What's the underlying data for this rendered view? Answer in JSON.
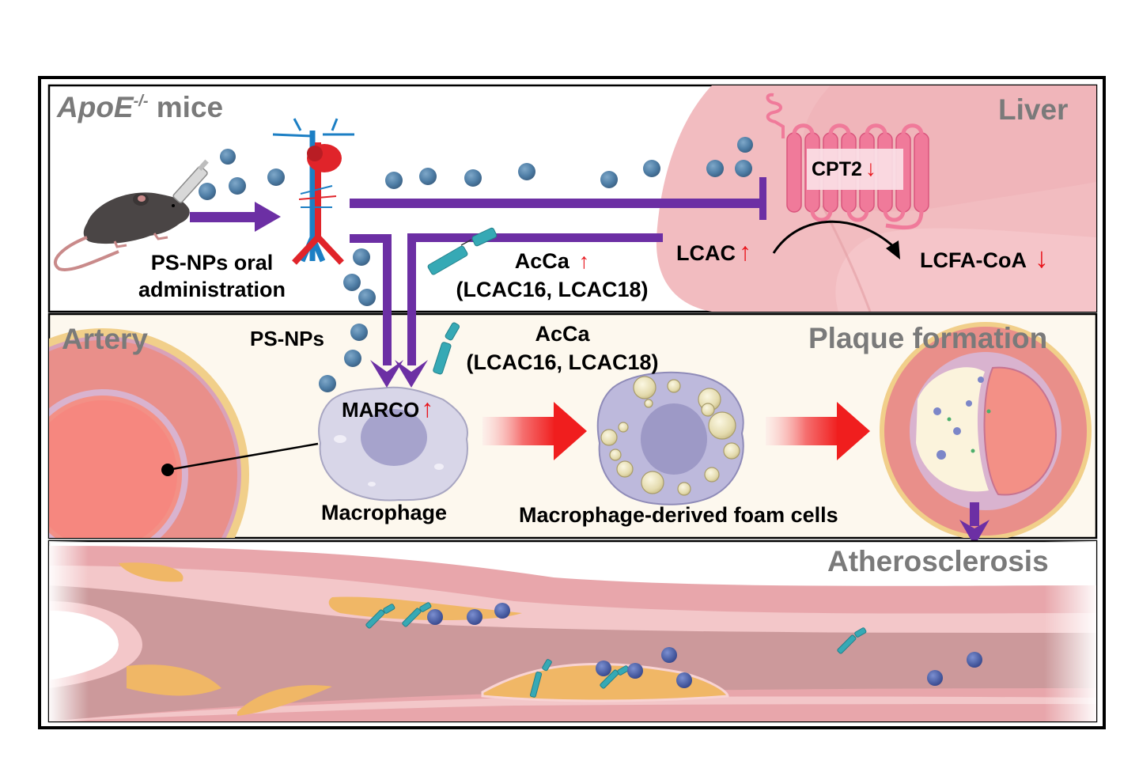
{
  "figure": {
    "type": "graphical-abstract",
    "colors": {
      "frame": "#000000",
      "panel_top_bg": "#ffffff",
      "panel_mid_bg": "#fdf8ee",
      "liver": "#f2bcc0",
      "cpt2_protein": "#f07a9a",
      "nanoparticle": "#4f7ea6",
      "acca_molecule": "#36a9b5",
      "purple_arrow": "#6c2fa4",
      "red_arrow": "#f01e1e",
      "up_down_arrow": "#e8141b",
      "macrophage": "#d8d6e8",
      "nucleus": "#a6a3cc",
      "lipid_droplet": "#e7dfb5",
      "vessel_wall": "#e8a6ab",
      "vessel_lumen": "#cc999b",
      "plaque": "#f0b766",
      "title_grey": "#7a7a7a"
    }
  },
  "panels": {
    "top": {
      "title_main": "ApoE",
      "title_sup": "-/-",
      "title_rest": " mice",
      "liver_title": "Liver",
      "oral_line1": "PS-NPs oral",
      "oral_line2": "administration",
      "acca_top_line1": "AcCa",
      "acca_top_line2": "(LCAC16, LCAC18)",
      "acca_top_direction": "up",
      "lcac_label": "LCAC",
      "lcac_direction": "up",
      "cpt2_label": "CPT2",
      "cpt2_direction": "down",
      "lcfa_label": "LCFA-CoA",
      "lcfa_direction": "down",
      "icons": [
        "mouse-icon",
        "syringe-icon",
        "vascular-system-icon",
        "liver-icon",
        "cpt2-membrane-protein-icon",
        "nanoparticle-icon",
        "acylcarnitine-molecule-icon"
      ]
    },
    "middle": {
      "artery_title": "Artery",
      "plaque_title": "Plaque formation",
      "psnps_label": "PS-NPs",
      "acca_mid_line1": "AcCa",
      "acca_mid_line2": "(LCAC16, LCAC18)",
      "marco_label": "MARCO",
      "marco_direction": "up",
      "macrophage_label": "Macrophage",
      "foam_label": "Macrophage-derived foam cells",
      "icons": [
        "artery-cross-section-icon",
        "macrophage-icon",
        "foam-cell-icon",
        "plaque-artery-icon"
      ]
    },
    "bottom": {
      "athero_title": "Atherosclerosis",
      "icons": [
        "atherosclerotic-vessel-icon"
      ]
    }
  },
  "glyphs": {
    "up_arrow": "↑",
    "down_arrow": "↓"
  }
}
